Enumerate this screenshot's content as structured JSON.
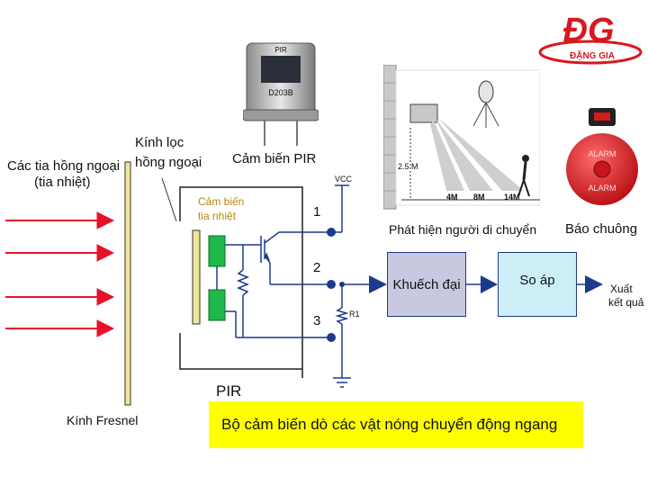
{
  "logo": {
    "mark": "ĐG",
    "name": "ĐẶNG GIA",
    "color": "#d71920"
  },
  "labels": {
    "infrared_rays_line1": "Các tia hồng ngoại",
    "infrared_rays_line2": "(tia nhiệt)",
    "filter_glass_line1": "Kính lọc",
    "filter_glass_line2": "hồng ngoại",
    "pir_sensor": "Cảm biến PIR",
    "pir_chip_text": "PIR",
    "pir_model": "D203B",
    "thermal_sensor_line1": "Cảm biến",
    "thermal_sensor_line2": "tia nhiệt",
    "vcc": "VCC",
    "pin1": "1",
    "pin2": "2",
    "pin3": "3",
    "r1": "R1",
    "pir": "PIR",
    "fresnel": "Kính Fresnel",
    "motion_detection": "Phát hiện người di chuyển",
    "alarm": "Báo chuông",
    "alarm_text": "ALARM",
    "distance_height": "2.5 M",
    "distance_4": "4M",
    "distance_8": "8M",
    "distance_14": "14M",
    "amplifier": "Khuếch đại",
    "comparator": "So áp",
    "output_line1": "Xuất",
    "output_line2": "kết quả",
    "caption": "Bộ cảm biến dò các vật nóng chuyển động ngang"
  },
  "colors": {
    "ray": "#e8102a",
    "wire": "#1b3a8c",
    "sensor_element": "#1fb84a",
    "sensor_label": "#b8860b",
    "amplifier_fill": "#c8c8e0",
    "comparator_fill": "#cdeef7",
    "caption_bg": "#ffff00",
    "fresnel_lens": "#efe79a"
  }
}
